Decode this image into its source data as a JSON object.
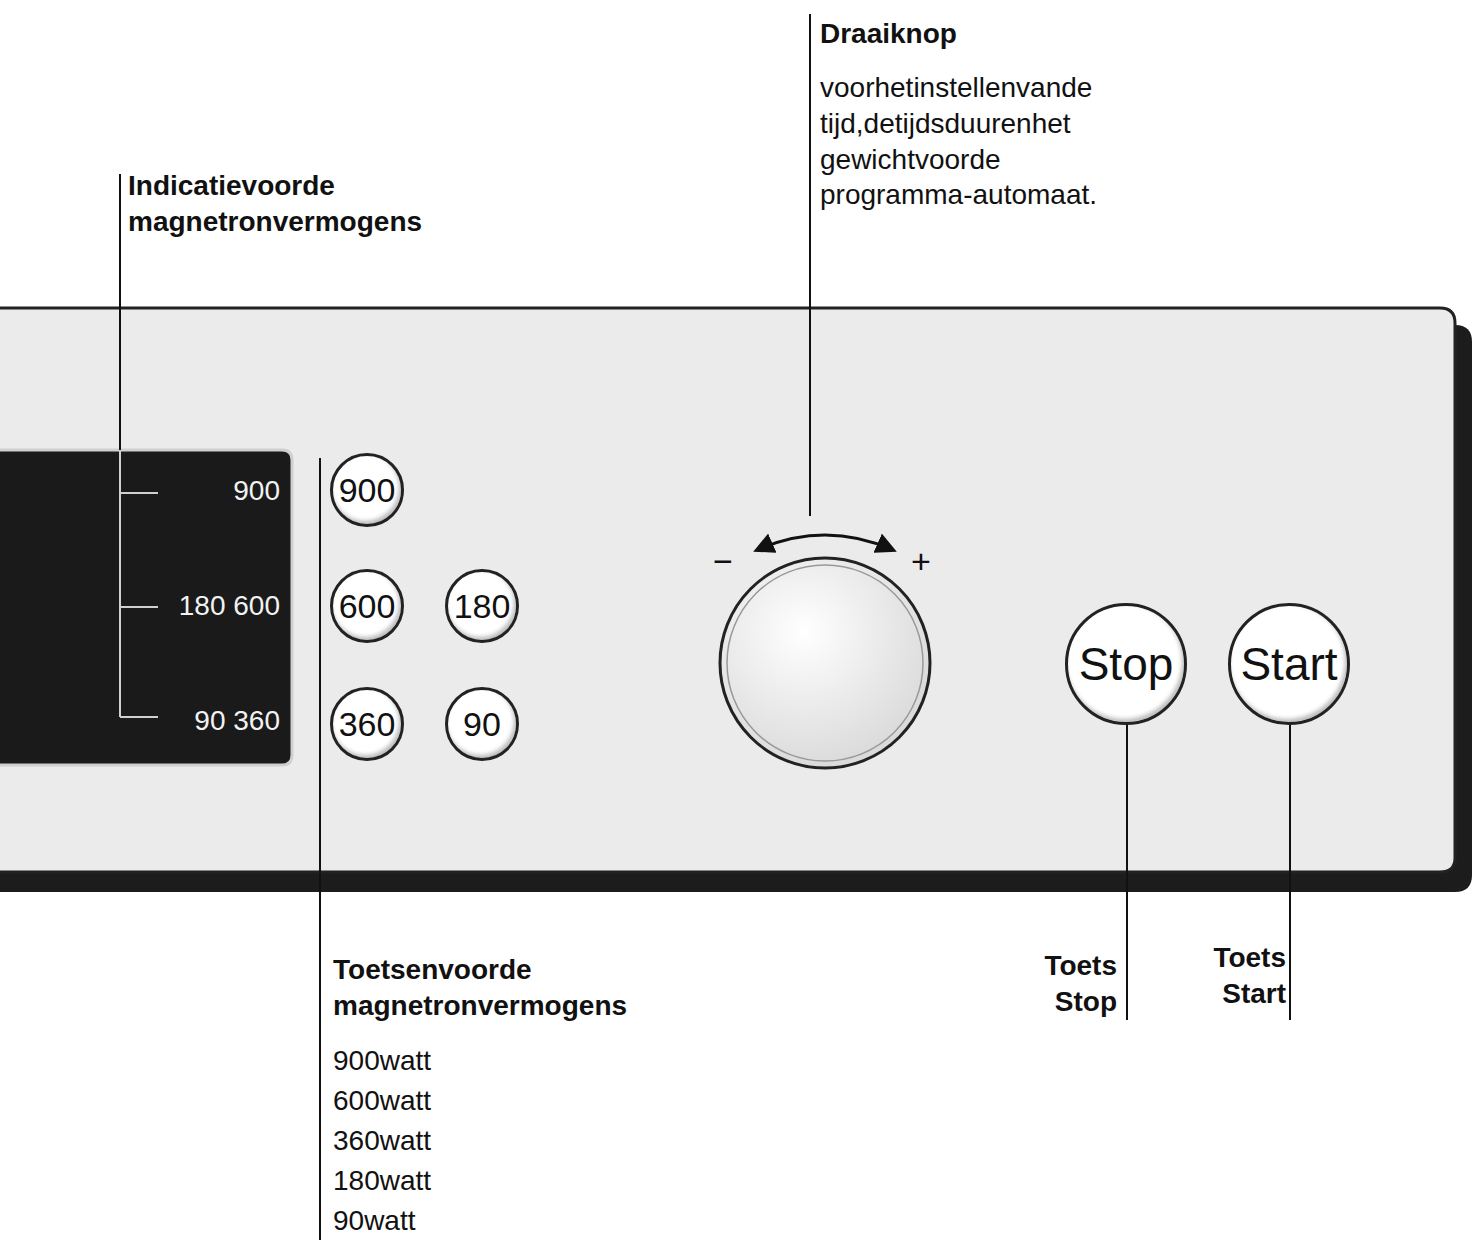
{
  "diagram": {
    "nodes": [
      {
        "text": [
          "900",
          "180 600",
          "90 360"
        ]
      },
      {
        "text": [
          "900"
        ]
      },
      {
        "text": [
          "600"
        ]
      },
      {
        "text": [
          "180"
        ]
      },
      {
        "text": [
          "360"
        ]
      },
      {
        "text": [
          "90"
        ]
      },
      {
        "text": [
          "Stop"
        ]
      },
      {
        "text": [
          "Start"
        ]
      }
    ],
    "labels": [
      "Draaiknop",
      "voorhetinstellenvande tijd,detijdsduurenhet gewichtvoorde programma-automaat.",
      "Indicatievoorde magnetronvermogens",
      "−",
      "+",
      "Toetsenvoorde magnetronvermogens",
      "900watt",
      "600watt",
      "360watt",
      "180watt",
      "90watt",
      "Toets Stop",
      "Toets Start"
    ]
  }
}
